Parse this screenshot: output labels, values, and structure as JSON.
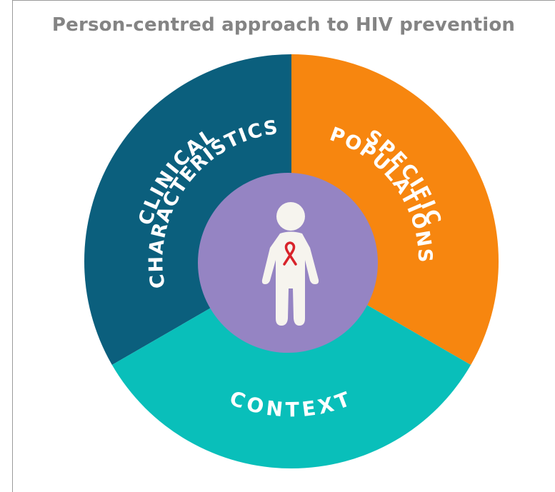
{
  "title": "Person-centred approach to HIV prevention",
  "segments": {
    "clinical": {
      "line1": "CLINICAL",
      "line2": "CHARACTERISTICS",
      "color": "#0b5f7d"
    },
    "specific": {
      "line1": "SPECIFIC",
      "line2": "POPULATIONS",
      "color": "#f7860f"
    },
    "context": {
      "line1": "CONTEXT",
      "color": "#09bfba"
    }
  },
  "center": {
    "color": "#9584c3",
    "person_color": "#f6f4ee",
    "ribbon_color": "#d8232a"
  },
  "icons": [
    "person-icon",
    "red-ribbon-icon"
  ]
}
